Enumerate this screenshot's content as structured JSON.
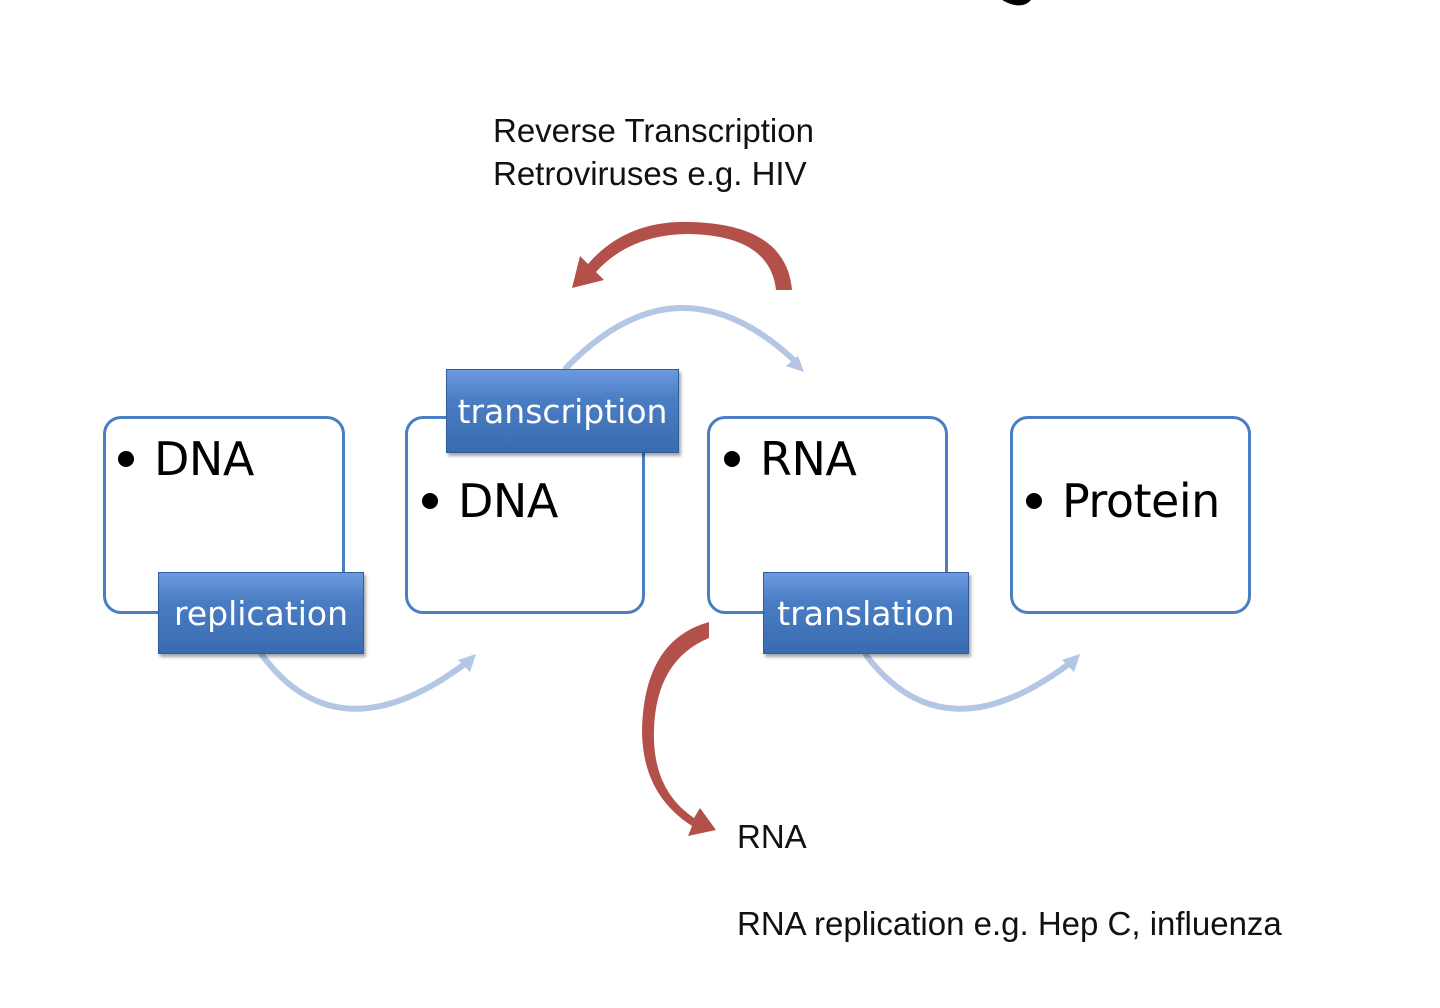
{
  "reverse_transcription": {
    "line1": "Reverse Transcription",
    "line2": "Retroviruses e.g. HIV"
  },
  "nodes": [
    {
      "label": "DNA"
    },
    {
      "label": "DNA"
    },
    {
      "label": "RNA"
    },
    {
      "label": "Protein"
    }
  ],
  "processes": {
    "replication": "replication",
    "transcription": "transcription",
    "translation": "translation"
  },
  "rna_replication": {
    "product": "RNA",
    "caption": "RNA replication e.g. Hep C, influenza"
  },
  "colors": {
    "node_border": "#4a7ec4",
    "label_fill": "#4a7ec4",
    "flow_arrow": "#b3c6e4",
    "alt_arrow": "#b4504a"
  }
}
